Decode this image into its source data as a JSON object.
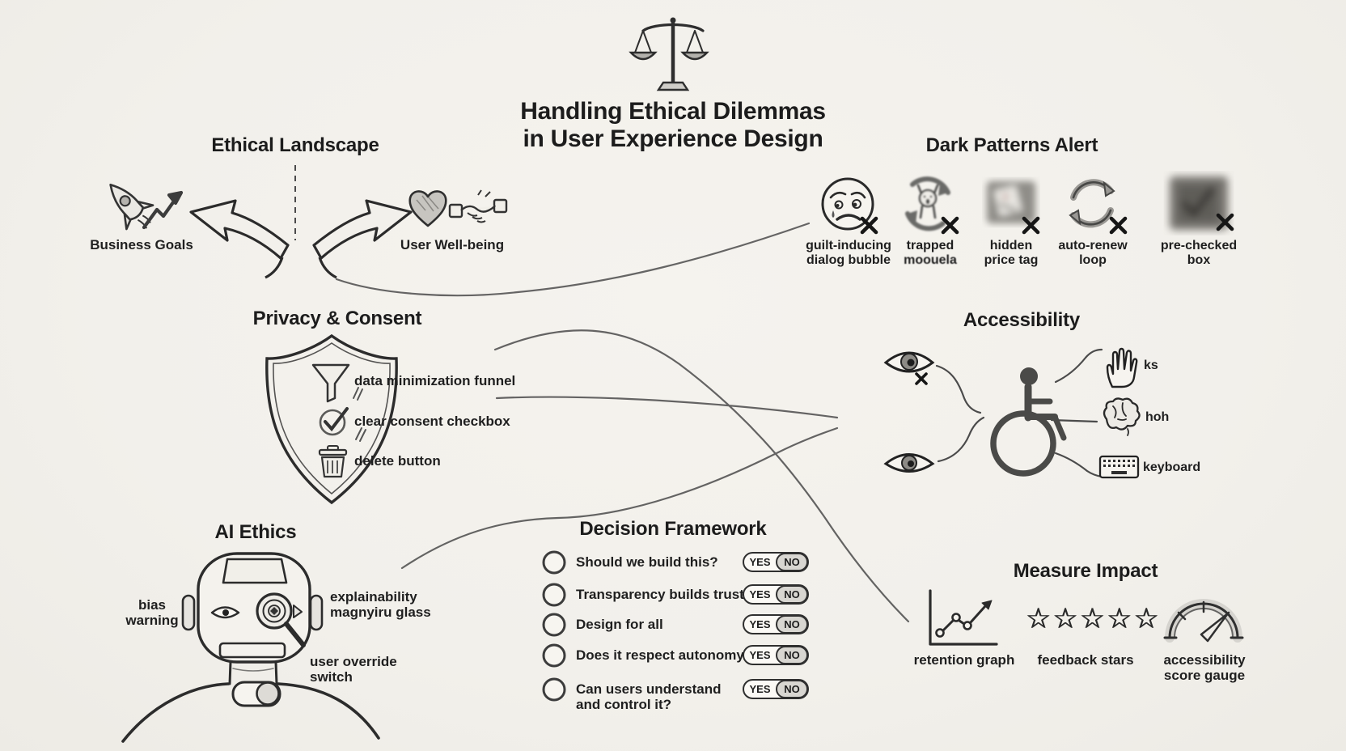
{
  "title": {
    "line1": "Handling Ethical Dilemmas",
    "line2": "in User Experience Design"
  },
  "ethical_landscape": {
    "heading": "Ethical Landscape",
    "left_label": "Business Goals",
    "right_label": "User Well-being"
  },
  "dark_patterns": {
    "heading": "Dark Patterns Alert",
    "items": [
      {
        "line1": "guilt-inducing",
        "line2": "dialog bubble"
      },
      {
        "line1": "trapped",
        "line2": "moouela"
      },
      {
        "line1": "hidden",
        "line2": "price tag"
      },
      {
        "line1": "auto-renew",
        "line2": "loop"
      },
      {
        "line1": "pre-checked",
        "line2": "box"
      }
    ]
  },
  "privacy": {
    "heading": "Privacy & Consent",
    "items": [
      {
        "label": "data minimization funnel"
      },
      {
        "label": "clear consent checkbox"
      },
      {
        "label": "delete button"
      }
    ]
  },
  "accessibility": {
    "heading": "Accessibility",
    "hand_label": "ks",
    "brain_label": "hoh",
    "keyboard_label": "keyboard"
  },
  "ai_ethics": {
    "heading": "AI Ethics",
    "bias_line1": "bias",
    "bias_line2": "warning",
    "explain_line1": "explainability",
    "explain_line2": "magnyiru glass",
    "override_line1": "user override",
    "override_line2": "switch"
  },
  "decision": {
    "heading": "Decision Framework",
    "yes": "YES",
    "no": "NO",
    "items": [
      {
        "label": "Should we build this?"
      },
      {
        "label": "Transparency builds trust"
      },
      {
        "label": "Design for all"
      },
      {
        "label": "Does it respect autonomy?"
      },
      {
        "label": "Can users understand",
        "label2": "and control it?"
      }
    ]
  },
  "measure": {
    "heading": "Measure Impact",
    "stars": "☆☆☆☆☆",
    "retention_label": "retention graph",
    "stars_label": "feedback stars",
    "gauge_label1": "accessibility",
    "gauge_label2": "score gauge"
  },
  "icons": {
    "scales-icon": "balance scale",
    "rocket-icon": "rocket",
    "trend-arrow-icon": "growth arrow",
    "heart-icon": "heart",
    "handshake-icon": "handshake",
    "fork-arrows-icon": "diverging arrows",
    "sad-face-icon": "guilty sad face",
    "trapped-icon": "figure trapped in loop arrows",
    "hidden-price-icon": "blurred price tag",
    "auto-renew-icon": "circular renew arrows",
    "pre-checked-icon": "blurred checked box",
    "x-mark-icon": "✕",
    "shield-icon": "shield",
    "funnel-icon": "funnel",
    "check-circle-icon": "check in circle",
    "trash-icon": "delete trash can",
    "eye-blocked-icon": "eye with x",
    "eye-icon": "eye",
    "wheelchair-icon": "accessibility wheelchair symbol",
    "hand-icon": "hand",
    "brain-icon": "brain",
    "keyboard-icon": "keyboard",
    "robot-icon": "robot head with magnifier eye",
    "radio-icon": "empty radio circle",
    "retention-graph-icon": "line chart with arrow",
    "star-icon": "☆",
    "gauge-icon": "score gauge"
  }
}
